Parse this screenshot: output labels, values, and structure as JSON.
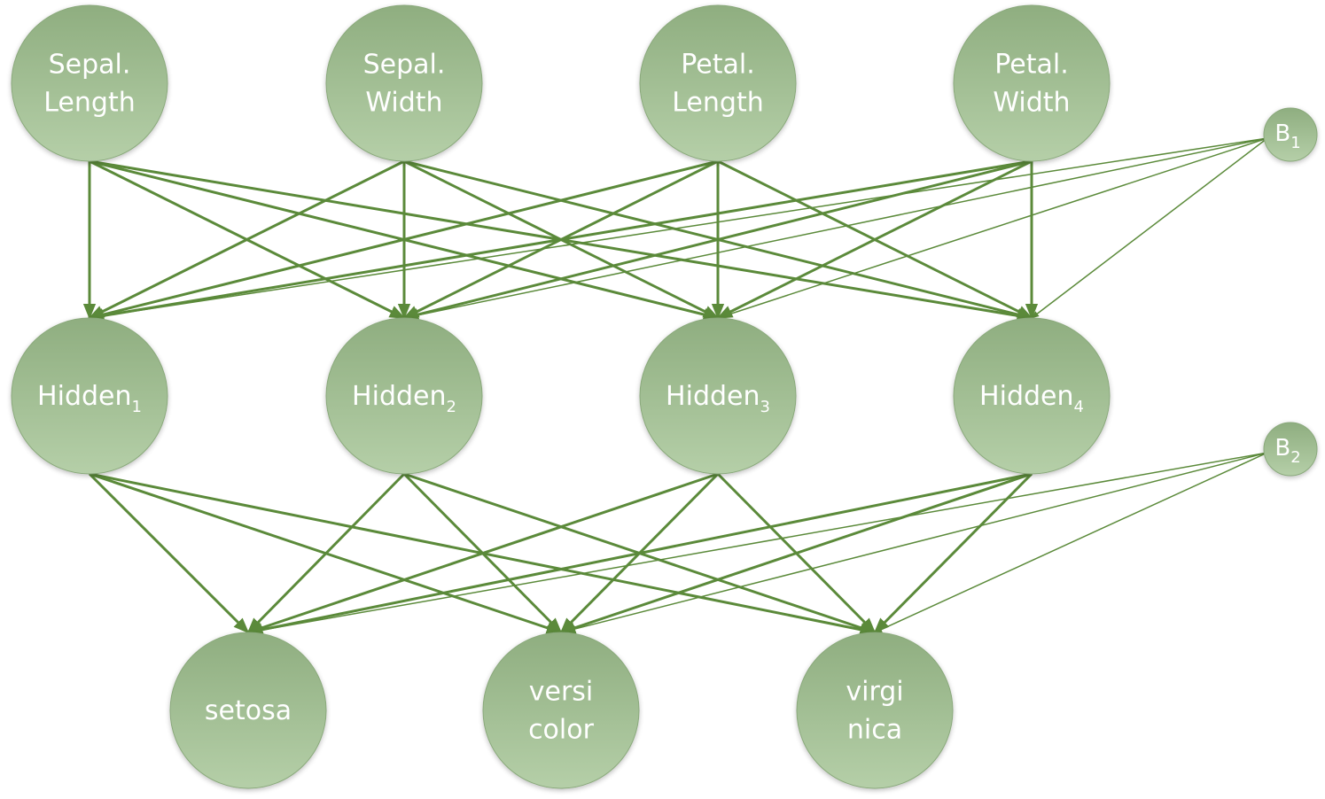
{
  "colors": {
    "edge": "#5b8a3a",
    "node_top": "#8fae80",
    "node_bottom": "#b5cfa8",
    "node_stroke": "#8aa97b",
    "label": "#ffffff"
  },
  "layers": {
    "input": [
      {
        "id": "sepal-length",
        "lines": [
          "Sepal.",
          "Length"
        ]
      },
      {
        "id": "sepal-width",
        "lines": [
          "Sepal.",
          "Width"
        ]
      },
      {
        "id": "petal-length",
        "lines": [
          "Petal.",
          "Length"
        ]
      },
      {
        "id": "petal-width",
        "lines": [
          "Petal.",
          "Width"
        ]
      }
    ],
    "hidden": [
      {
        "id": "hidden-1",
        "label": "Hidden",
        "sub": "1"
      },
      {
        "id": "hidden-2",
        "label": "Hidden",
        "sub": "2"
      },
      {
        "id": "hidden-3",
        "label": "Hidden",
        "sub": "3"
      },
      {
        "id": "hidden-4",
        "label": "Hidden",
        "sub": "4"
      }
    ],
    "output": [
      {
        "id": "setosa",
        "lines": [
          "setosa"
        ]
      },
      {
        "id": "versicolor",
        "lines": [
          "versi",
          "color"
        ]
      },
      {
        "id": "virginica",
        "lines": [
          "virgi",
          "nica"
        ]
      }
    ]
  },
  "bias": [
    {
      "id": "bias-1",
      "label": "B",
      "sub": "1",
      "targets": "hidden"
    },
    {
      "id": "bias-2",
      "label": "B",
      "sub": "2",
      "targets": "output"
    }
  ]
}
